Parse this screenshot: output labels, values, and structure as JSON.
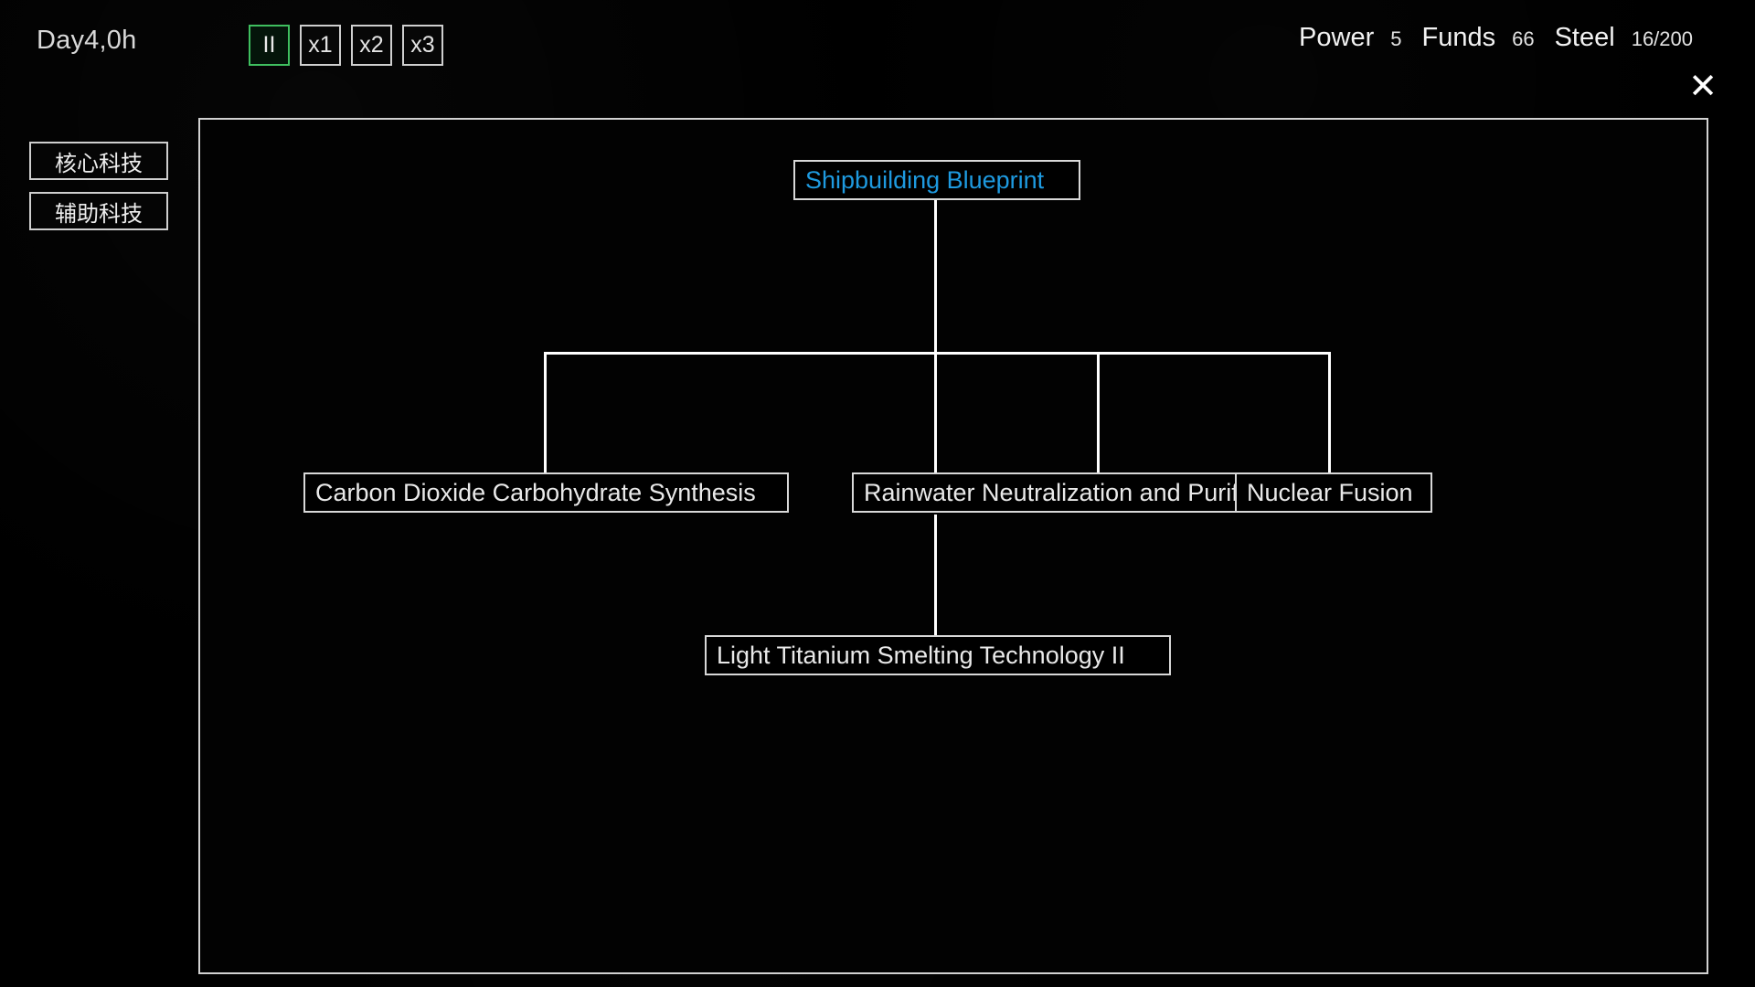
{
  "hud": {
    "clock": "Day4,0h",
    "speed_controls": [
      {
        "label": "II",
        "name": "pause-button",
        "active": true
      },
      {
        "label": "x1",
        "name": "speed-x1-button",
        "active": false
      },
      {
        "label": "x2",
        "name": "speed-x2-button",
        "active": false
      },
      {
        "label": "x3",
        "name": "speed-x3-button",
        "active": false
      }
    ],
    "resources": [
      {
        "label": "Power",
        "value": "5"
      },
      {
        "label": "Funds",
        "value": "66"
      },
      {
        "label": "Steel",
        "value": "16/200"
      }
    ],
    "close_icon": "✕"
  },
  "sidebar": {
    "tabs": [
      {
        "label": "核心科技",
        "name": "sidebar-tab-core-tech"
      },
      {
        "label": "辅助科技",
        "name": "sidebar-tab-auxiliary-tech"
      }
    ]
  },
  "tech_tree": {
    "nodes": [
      {
        "id": "shipbuilding-blueprint",
        "label": "Shipbuilding Blueprint",
        "state": "researched"
      },
      {
        "id": "carbon-dioxide-carbohydrate-synthesis",
        "label": "Carbon Dioxide Carbohydrate Synthesis",
        "state": "available"
      },
      {
        "id": "rainwater-neutralization-and-purification",
        "label": "Rainwater Neutralization and Purification",
        "state": "available"
      },
      {
        "id": "nuclear-fusion",
        "label": "Nuclear Fusion",
        "state": "available"
      },
      {
        "id": "light-titanium-smelting-technology-ii",
        "label": "Light Titanium Smelting Technology II",
        "state": "available"
      }
    ]
  },
  "colors": {
    "researched_text": "#1e9ae0",
    "node_border": "#d8d8d8",
    "accent_active": "#3fbf5f",
    "background": "#000000"
  }
}
